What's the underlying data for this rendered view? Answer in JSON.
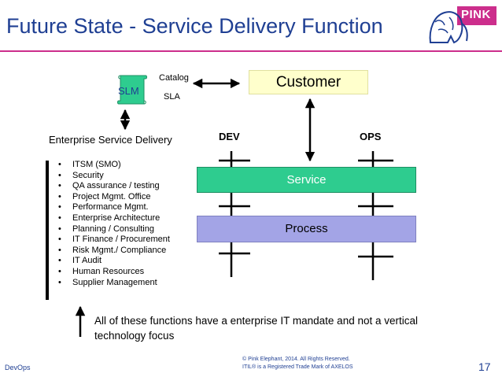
{
  "title": "Future State - Service Delivery Function",
  "logo": {
    "text": "PINK",
    "icon": "pink-elephant-logo"
  },
  "slm": {
    "label": "SLM",
    "catalog": "Catalog",
    "sla": "SLA"
  },
  "customer": "Customer",
  "enterprise_service_delivery": "Enterprise Service Delivery",
  "dev": "DEV",
  "ops": "OPS",
  "functions": [
    "ITSM (SMO)",
    "Security",
    "QA assurance / testing",
    "Project Mgmt. Office",
    "Performance Mgmt.",
    "Enterprise Architecture",
    "Planning / Consulting",
    "IT Finance / Procurement",
    "Risk Mgmt./ Compliance",
    "IT Audit",
    "Human Resources",
    "Supplier Management"
  ],
  "service": "Service",
  "process": "Process",
  "note": "All of these functions have a enterprise IT mandate and not a vertical technology focus",
  "footer": {
    "left": "DevOps",
    "copyright_line1": "© Pink Elephant, 2014. All Rights Reserved.",
    "copyright_line2": "ITIL® is a Registered Trade Mark of AXELOS",
    "page": "17"
  },
  "colors": {
    "title": "#1f3f93",
    "rule": "#cc2e8c",
    "service": "#2ecc8f",
    "process": "#a3a4e6",
    "customer": "#ffffcc"
  }
}
